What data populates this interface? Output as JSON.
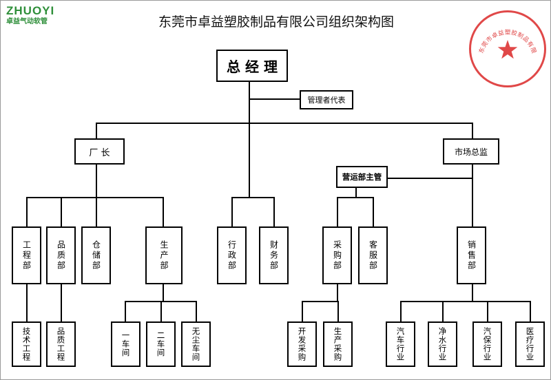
{
  "logo": {
    "brand": "ZHUOYI",
    "tagline": "卓益气动软管"
  },
  "title": "东莞市卓益塑胶制品有限公司组织架构图",
  "stamp": {
    "text": "东莞市卓益塑胶制品有限公司"
  },
  "nodes": {
    "gm": "总 经 理",
    "mgmt_rep": "管理者代表",
    "factory_director": "厂 长",
    "marketing_director": "市场总监",
    "operations_manager": "营运部主管",
    "engineering": "工程部",
    "quality": "品质部",
    "warehouse": "仓储部",
    "production": "生产部",
    "administration": "行政部",
    "finance": "财务部",
    "purchasing": "采购部",
    "customer_service": "客服部",
    "sales": "销售部",
    "tech_engineering": "技术工程",
    "quality_engineering": "品质工程",
    "workshop1": "一车间",
    "workshop2": "二车间",
    "dustfree_workshop": "无尘车间",
    "dev_purchasing": "开发采购",
    "prod_purchasing": "生产采购",
    "auto_industry": "汽车行业",
    "water_industry": "净水行业",
    "auto_care_industry": "汽保行业",
    "medical_industry": "医疗行业"
  },
  "colors": {
    "stamp_red": "#e04848",
    "logo_green": "#2f8f3a"
  }
}
